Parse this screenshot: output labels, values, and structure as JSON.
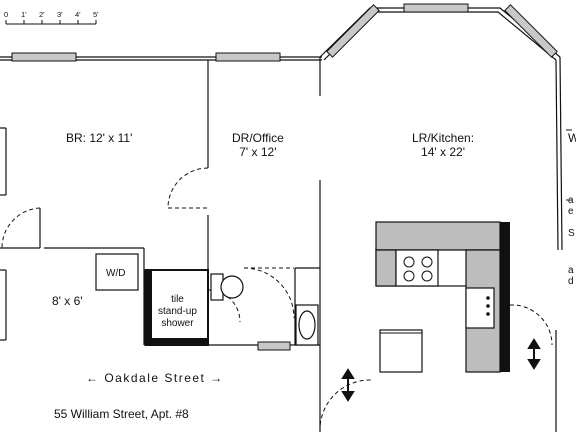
{
  "scale": {
    "ticks": [
      "0",
      "1'",
      "2'",
      "3'",
      "4'",
      "5'"
    ]
  },
  "rooms": {
    "br": {
      "name": "BR: 12' x 11'"
    },
    "dr": {
      "name": "DR/Office",
      "size": "7' x 12'"
    },
    "lr": {
      "name": "LR/Kitchen:",
      "size": "14' x 22'"
    },
    "laundry": {
      "name": "8' x 6'"
    },
    "wd": {
      "name": "W/D"
    },
    "shower": {
      "line1": "tile",
      "line2": "stand-up",
      "line3": "shower"
    },
    "edge_partial": {
      "name": "W",
      "notes": [
        "a",
        "e",
        "S",
        "a",
        "d"
      ]
    }
  },
  "street": {
    "text": "← Oakdale Street →"
  },
  "address": {
    "text": "55 William Street, Apt. #8"
  },
  "colors": {
    "line": "#111111",
    "window_fill": "#c8c8c8",
    "counter_fill": "#bdbdbd"
  }
}
